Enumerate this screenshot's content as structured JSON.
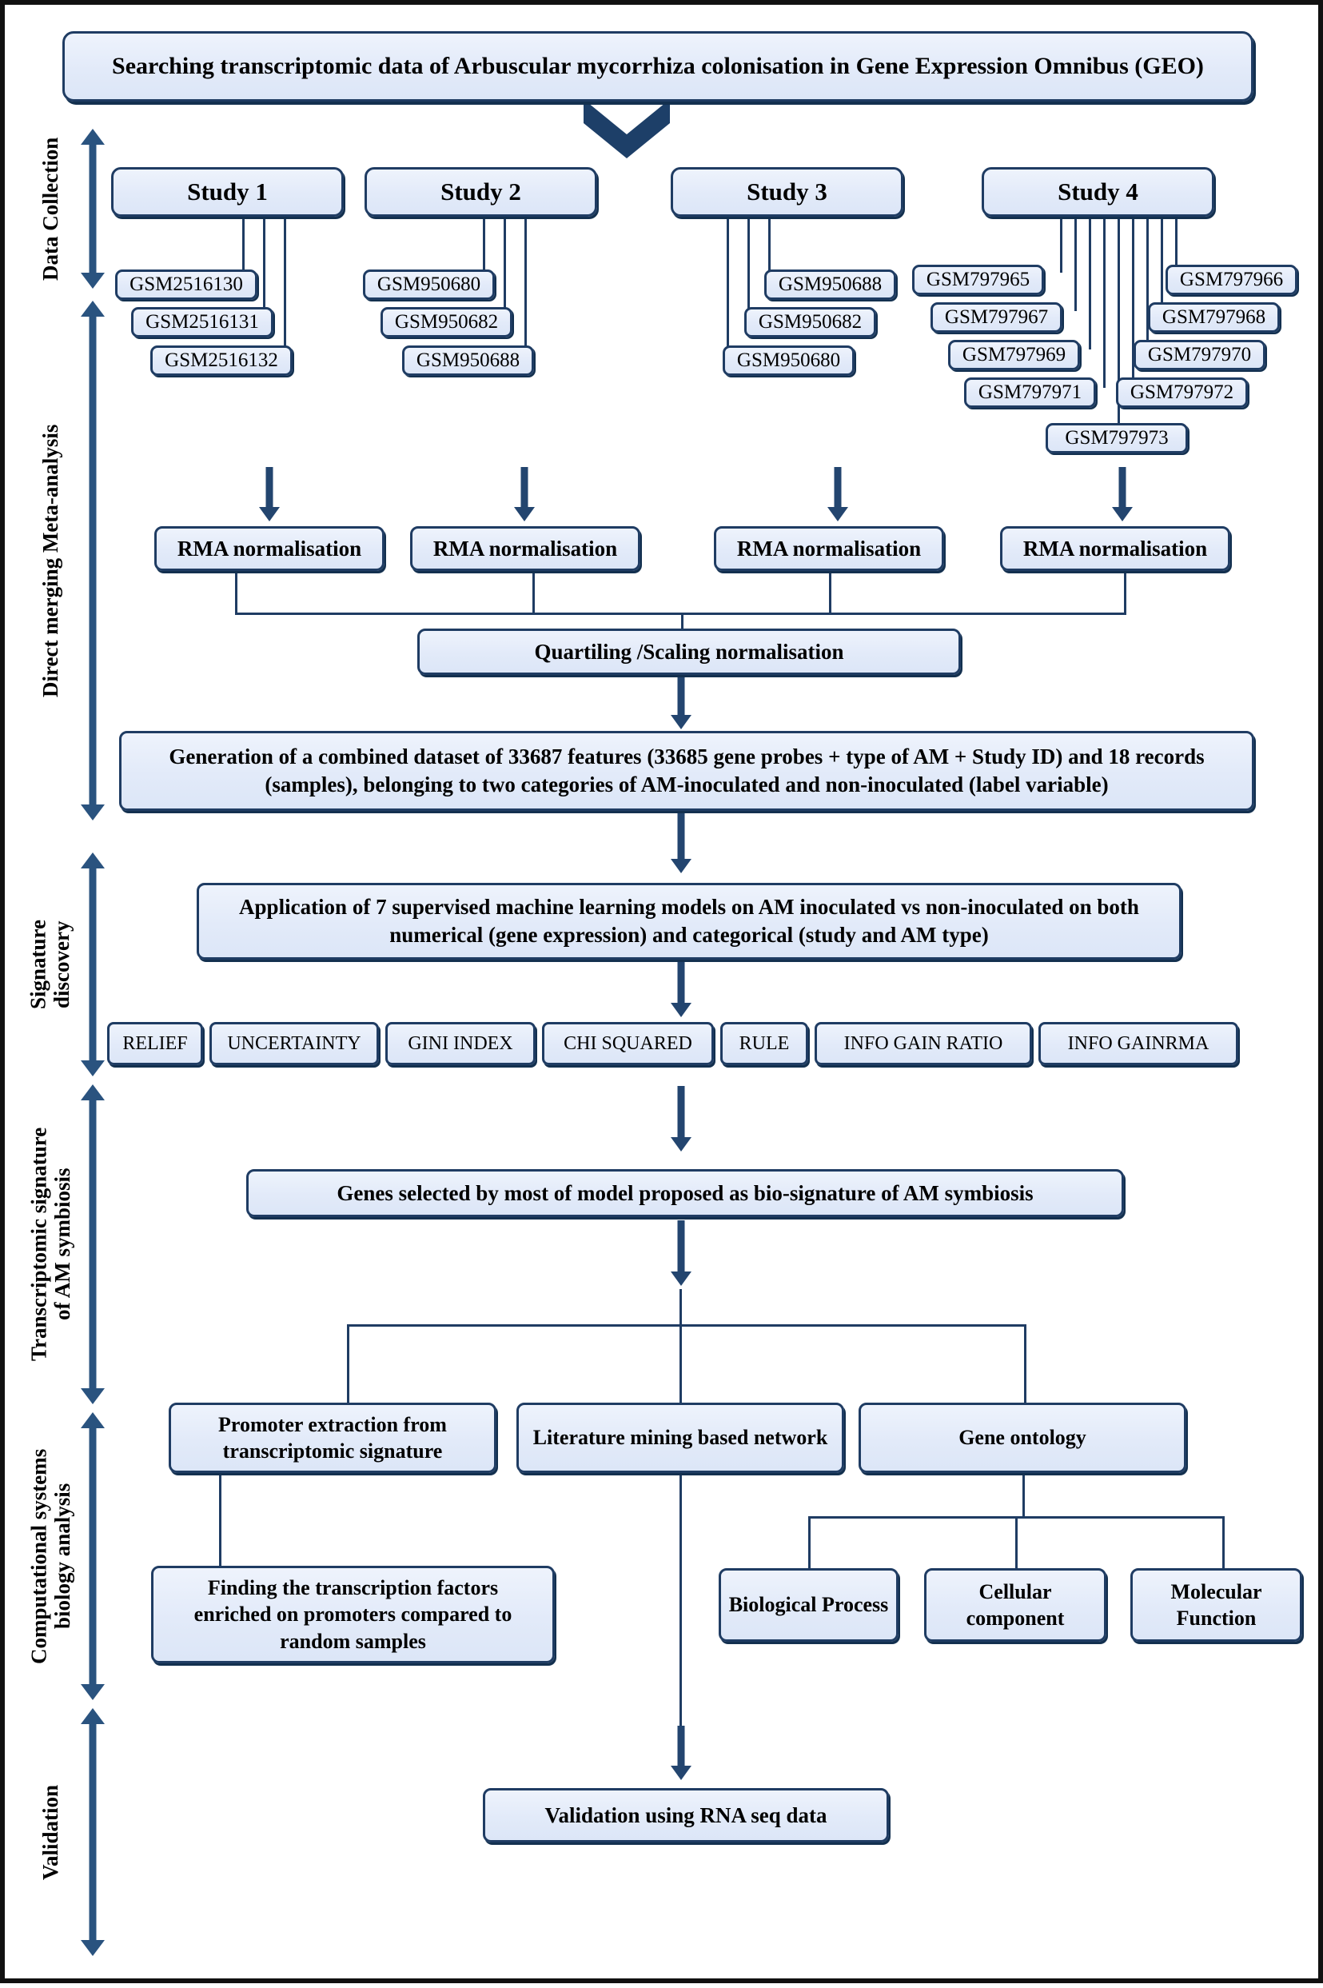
{
  "diagram": {
    "title_box": "Searching transcriptomic data of Arbuscular mycorrhiza colonisation in Gene Expression Omnibus (GEO)",
    "accent_color": "#1f3c63",
    "box_fill": "#e4ecf9",
    "arrow_color": "#2a537f"
  },
  "stages": [
    {
      "label": "Data Collection"
    },
    {
      "label": "Direct merging Meta-analysis"
    },
    {
      "label": "Signature\ndiscovery"
    },
    {
      "label": "Transcriptomic signature\nof AM symbiosis"
    },
    {
      "label": "Computational systems\nbiology analysis"
    },
    {
      "label": "Validation"
    }
  ],
  "studies": [
    {
      "name": "Study 1",
      "samples": [
        "GSM2516130",
        "GSM2516131",
        "GSM2516132"
      ]
    },
    {
      "name": "Study 2",
      "samples": [
        "GSM950680",
        "GSM950682",
        "GSM950688"
      ]
    },
    {
      "name": "Study 3",
      "samples": [
        "GSM950688",
        "GSM950682",
        "GSM950680"
      ]
    },
    {
      "name": "Study 4",
      "samples_left": [
        "GSM797965",
        "GSM797967",
        "GSM797969",
        "GSM797971"
      ],
      "samples_right": [
        "GSM797966",
        "GSM797968",
        "GSM797970",
        "GSM797972"
      ],
      "samples_bottom": [
        "GSM797973"
      ]
    }
  ],
  "normalisation": {
    "rma_label": "RMA normalisation",
    "rma_count": 4,
    "quartiling": "Quartiling /Scaling normalisation"
  },
  "combined_dataset": "Generation of a combined dataset of 33687 features (33685 gene probes + type of AM + Study ID) and 18 records (samples), belonging to two categories of AM-inoculated and non-inoculated (label variable)",
  "ml_models": "Application of  7 supervised machine learning models on AM inoculated vs non-inoculated on both numerical (gene expression) and categorical (study and AM type)",
  "feature_selection": [
    "RELIEF",
    "UNCERTAINTY",
    "GINI INDEX",
    "CHI SQUARED",
    "RULE",
    "INFO GAIN RATIO",
    "INFO GAINRMA"
  ],
  "signature": "Genes selected by most of model proposed as bio-signature of AM symbiosis",
  "systems_biology": {
    "promoter_extraction": "Promoter extraction from transcriptomic signature",
    "literature_mining": "Literature mining based network",
    "gene_ontology": "Gene ontology",
    "transcription_factors": "Finding the transcription factors enriched on promoters compared to random samples",
    "go_children": [
      "Biological Process",
      "Cellular component",
      "Molecular Function"
    ]
  },
  "validation": "Validation using RNA seq data"
}
